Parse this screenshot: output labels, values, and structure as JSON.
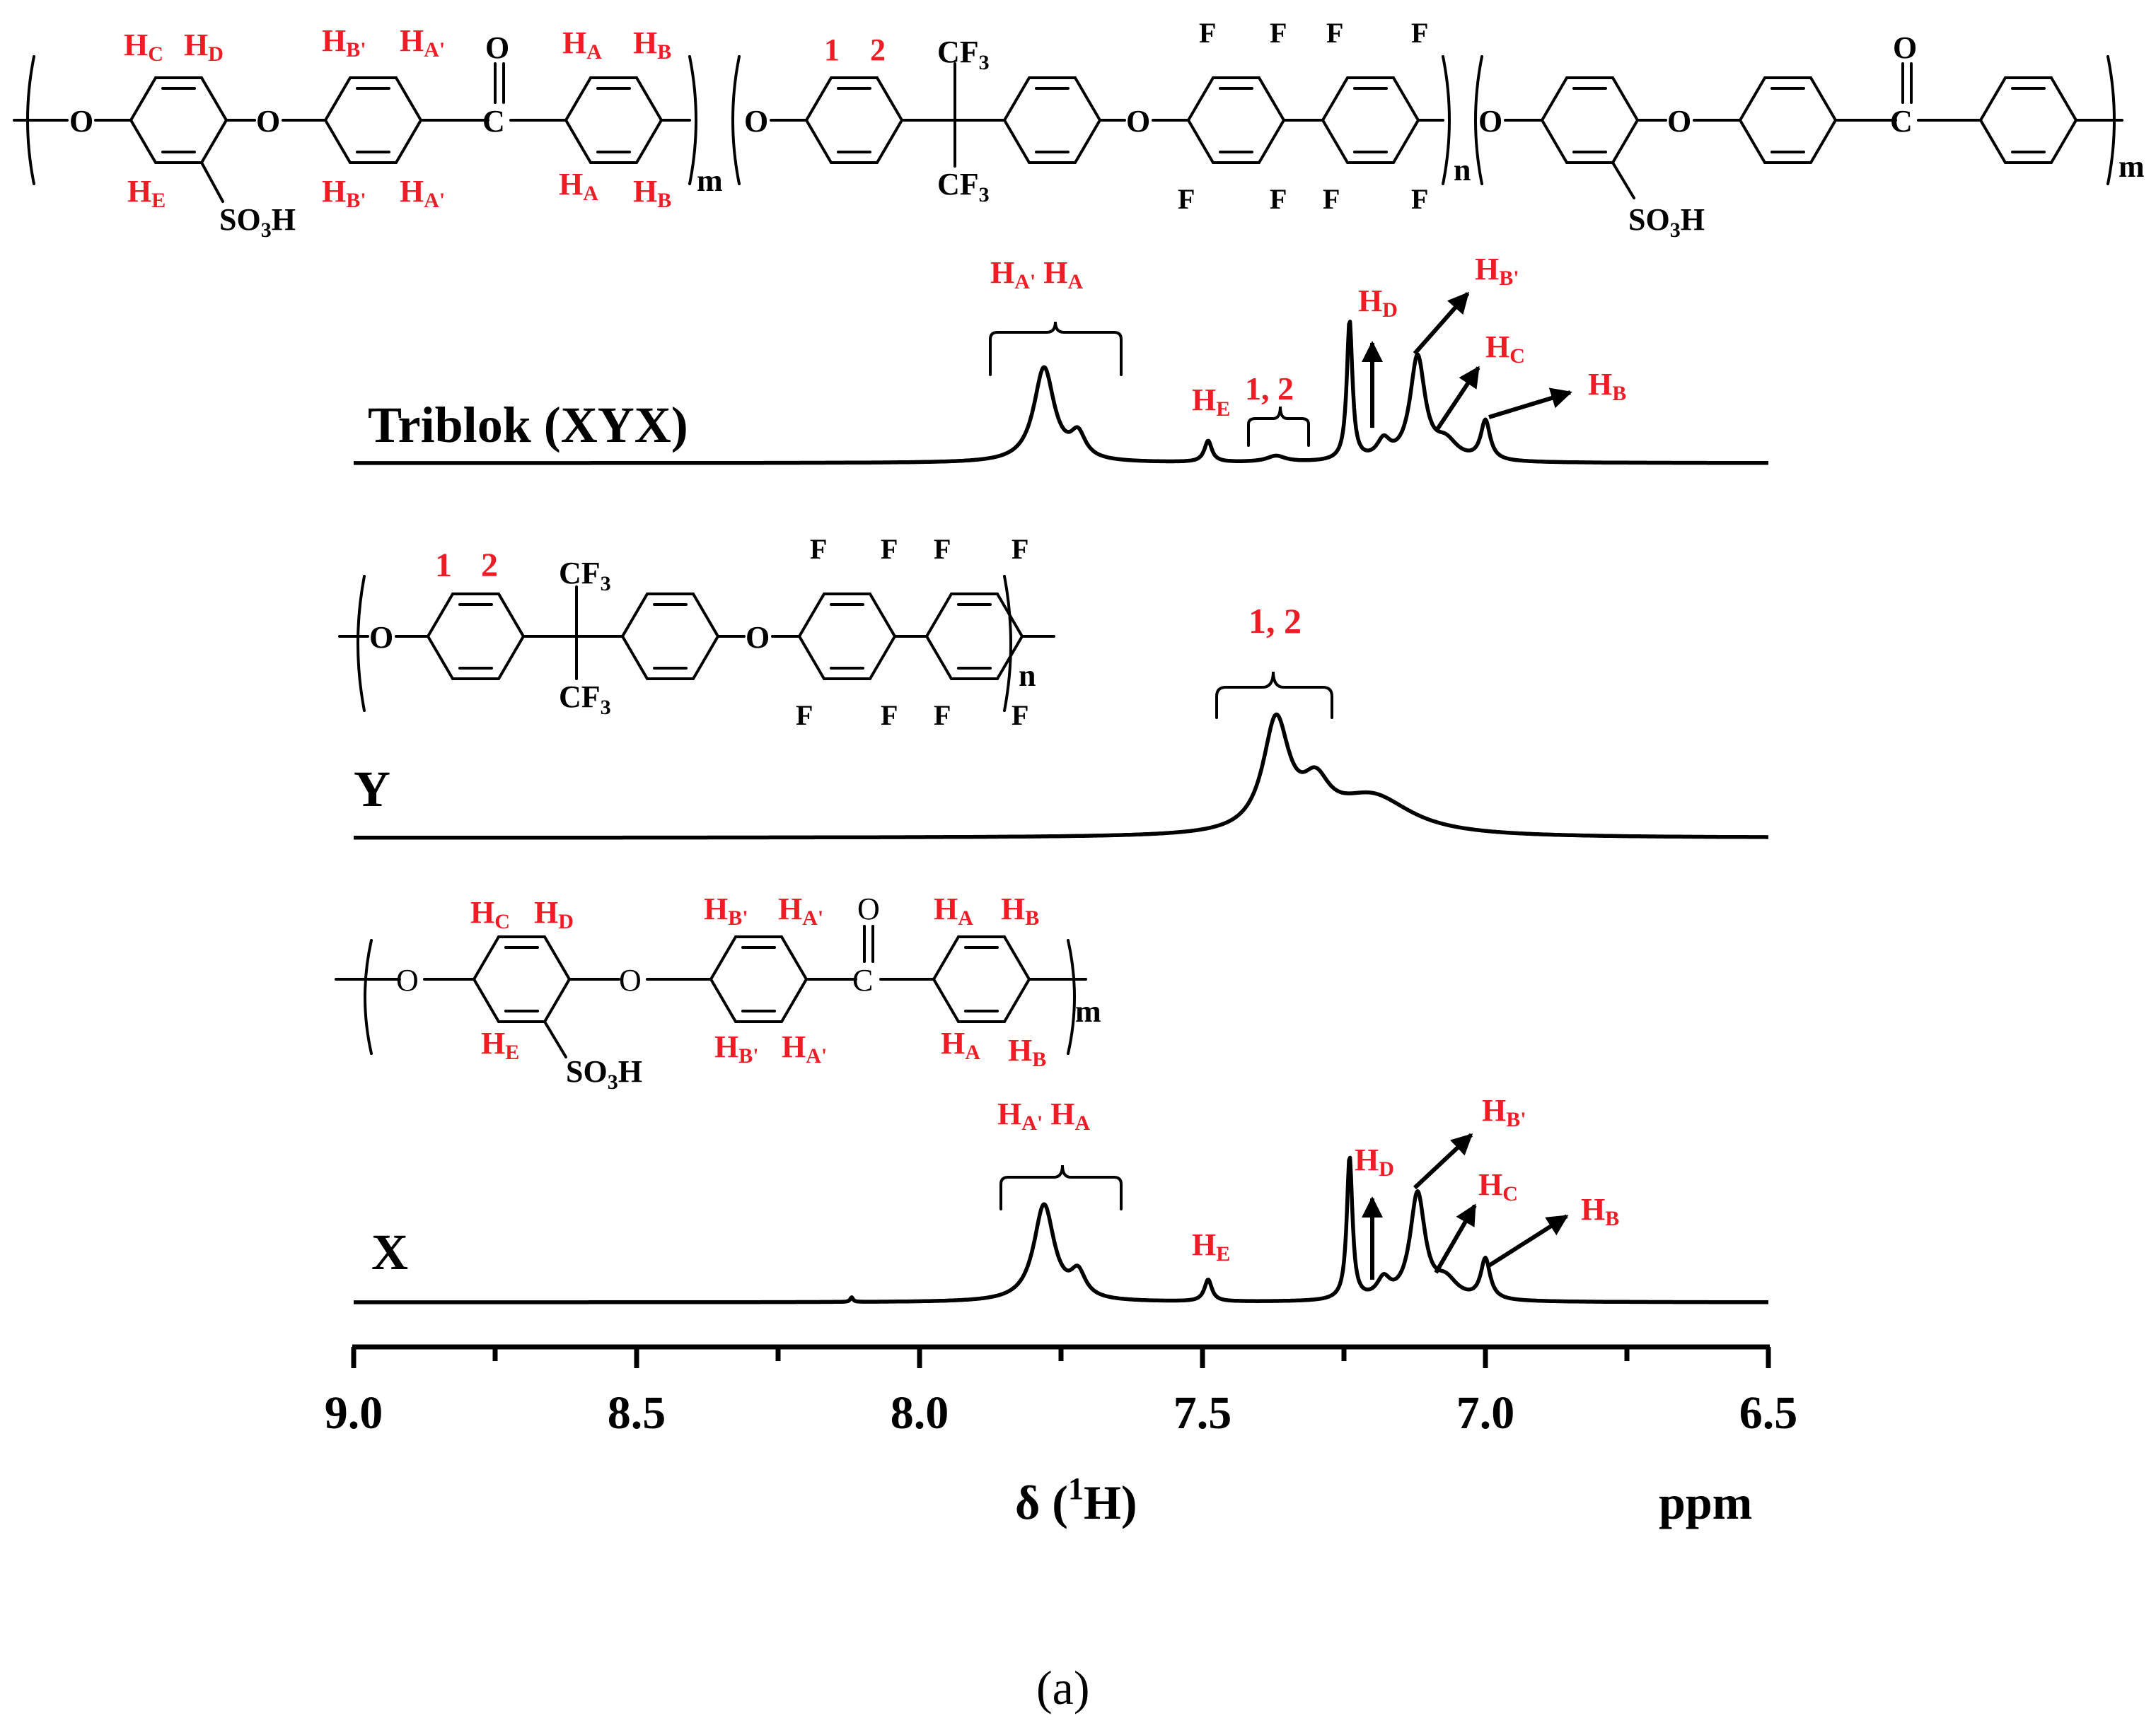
{
  "chart_data": {
    "type": "line",
    "xlabel_prefix": "δ (",
    "xlabel_sup": "1",
    "xlabel_suffix": "H)",
    "xunit": "ppm",
    "xlim": [
      9.0,
      6.5
    ],
    "x_reversed": true,
    "xticks": [
      "9.0",
      "8.5",
      "8.0",
      "7.5",
      "7.0",
      "6.5"
    ],
    "caption": "(a)",
    "series": [
      {
        "name": "Triblok (XYX)",
        "peaks": [
          {
            "ppm": 7.78,
            "height": 0.62,
            "width": 0.022
          },
          {
            "ppm": 7.72,
            "height": 0.16,
            "width": 0.016
          },
          {
            "ppm": 7.49,
            "height": 0.14,
            "width": 0.008
          },
          {
            "ppm": 7.37,
            "height": 0.04,
            "width": 0.02
          },
          {
            "ppm": 7.24,
            "height": 0.92,
            "width": 0.006
          },
          {
            "ppm": 7.18,
            "height": 0.12,
            "width": 0.014
          },
          {
            "ppm": 7.12,
            "height": 0.68,
            "width": 0.016
          },
          {
            "ppm": 7.07,
            "height": 0.12,
            "width": 0.025
          },
          {
            "ppm": 7.0,
            "height": 0.26,
            "width": 0.01
          }
        ]
      },
      {
        "name": "Y",
        "peaks": [
          {
            "ppm": 7.37,
            "height": 0.62,
            "width": 0.028
          },
          {
            "ppm": 7.3,
            "height": 0.22,
            "width": 0.03
          },
          {
            "ppm": 7.2,
            "height": 0.22,
            "width": 0.085
          }
        ]
      },
      {
        "name": "X",
        "peaks": [
          {
            "ppm": 8.12,
            "height": 0.03,
            "width": 0.003
          },
          {
            "ppm": 7.78,
            "height": 0.62,
            "width": 0.022
          },
          {
            "ppm": 7.72,
            "height": 0.16,
            "width": 0.016
          },
          {
            "ppm": 7.49,
            "height": 0.14,
            "width": 0.008
          },
          {
            "ppm": 7.24,
            "height": 0.92,
            "width": 0.006
          },
          {
            "ppm": 7.18,
            "height": 0.12,
            "width": 0.014
          },
          {
            "ppm": 7.12,
            "height": 0.68,
            "width": 0.016
          },
          {
            "ppm": 7.07,
            "height": 0.12,
            "width": 0.025
          },
          {
            "ppm": 7.0,
            "height": 0.26,
            "width": 0.01
          }
        ]
      }
    ],
    "peak_labels": {
      "h_a": "H",
      "sub_a_prime": "A'",
      "sub_a": "A",
      "h_e": "H",
      "sub_e": "E",
      "one_two": "1, 2",
      "h_d": "H",
      "sub_d": "D",
      "h_b_prime": "H",
      "sub_b_prime": "B'",
      "h_c": "H",
      "sub_c": "C",
      "h_b": "H",
      "sub_b": "B"
    },
    "structure_labels": {
      "O": "O",
      "F": "F",
      "CF3": "CF",
      "three": "3",
      "SO3H_a": "SO",
      "SO3H_b": "H",
      "m": "m",
      "n": "n",
      "num1": "1",
      "num2": "2"
    }
  }
}
